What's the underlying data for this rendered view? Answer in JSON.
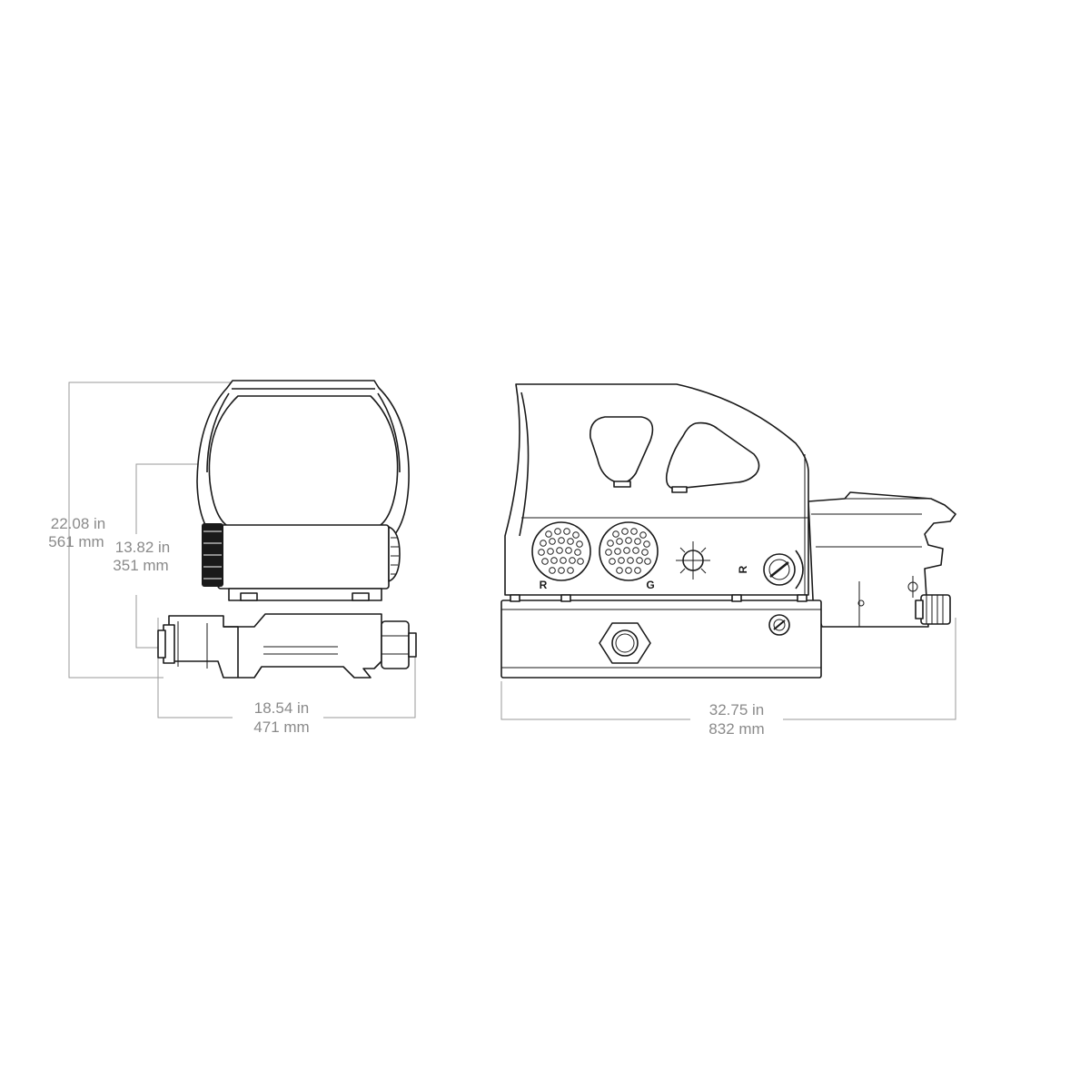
{
  "front_view": {
    "height_total": {
      "imperial": "22.08 in",
      "metric": "561 mm"
    },
    "height_window": {
      "imperial": "13.82 in",
      "metric": "351 mm"
    },
    "width": {
      "imperial": "18.54 in",
      "metric": "471 mm"
    }
  },
  "side_view": {
    "length": {
      "imperial": "32.75 in",
      "metric": "832 mm"
    },
    "button_labels": {
      "red": "R",
      "green": "G",
      "knob": "R"
    }
  },
  "colors": {
    "ink": "#1a1a1a",
    "dimension": "#9a9a9a",
    "background": "#ffffff"
  }
}
